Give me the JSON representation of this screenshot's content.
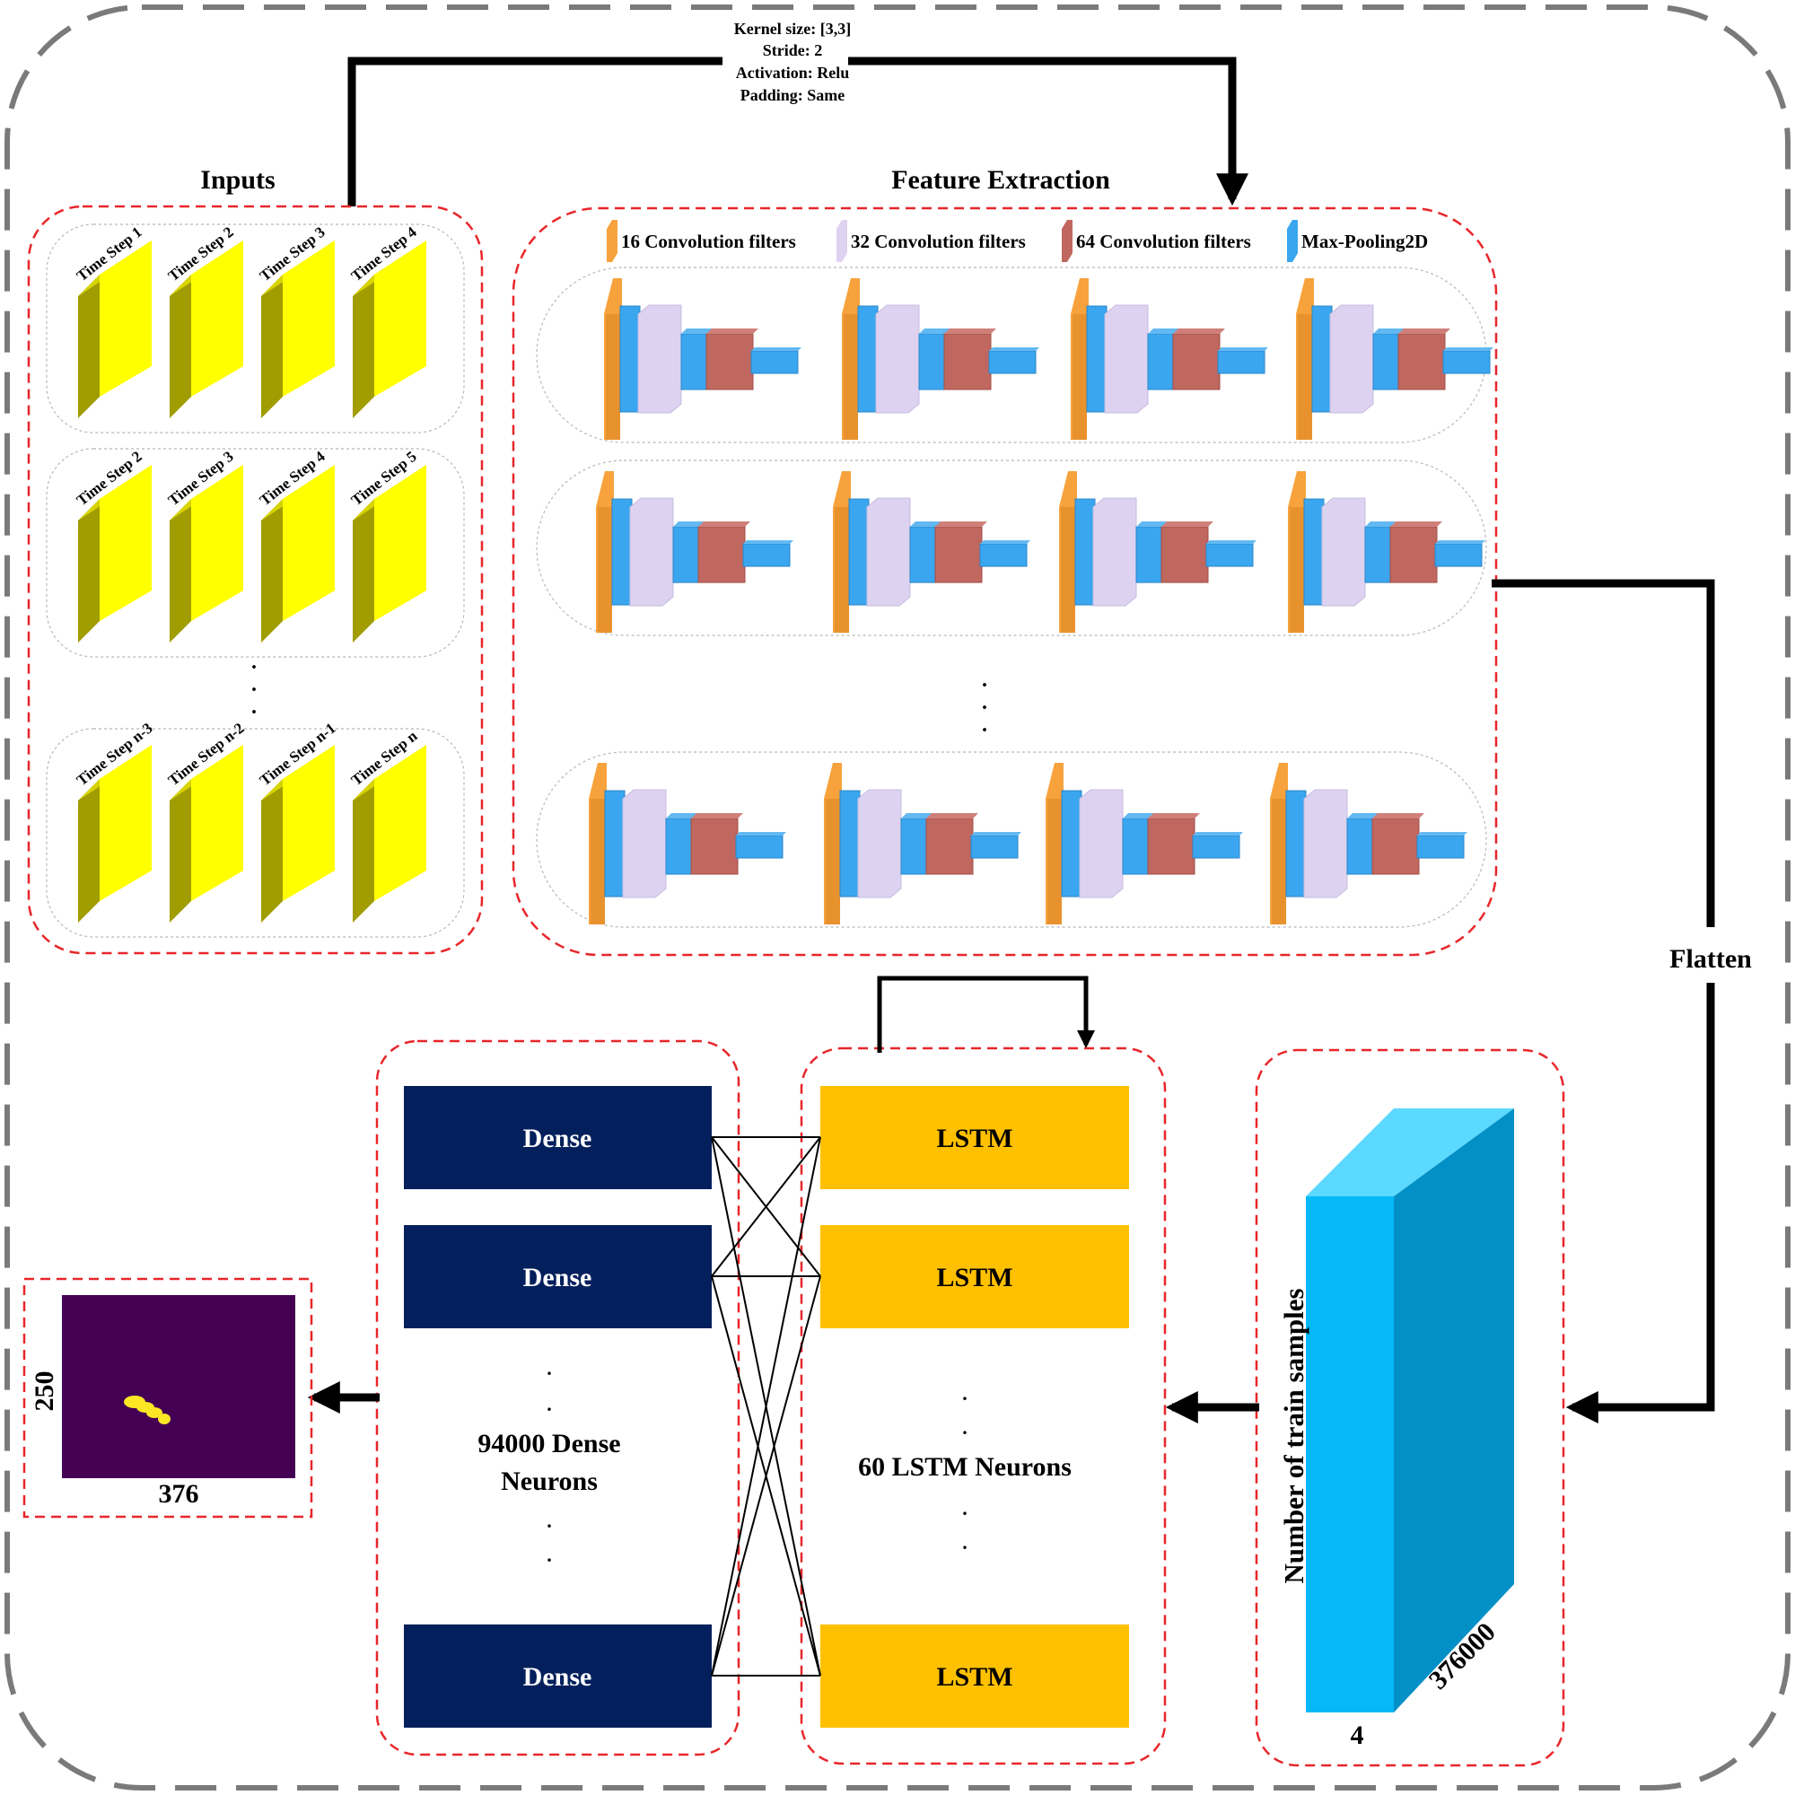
{
  "colors": {
    "frame": "#7a7a7a",
    "red_dash": "#e8262a",
    "yellow_face": "#ffff00",
    "yellow_side": "#a19c00",
    "yellow_top": "#d8d400",
    "conv16": "#f7a23c",
    "conv32": "#ddd2f0",
    "conv64": "#c0675f",
    "maxpool": "#3aa6ef",
    "dense": "#031f5c",
    "lstm": "#ffc000",
    "cube_front": "#06b9f6",
    "cube_side": "#0390c6",
    "cube_top": "#5bd9ff",
    "output_bg": "#440154",
    "output_blob": "#fde725"
  },
  "conv_params": {
    "kernel": "Kernel size: [3,3]",
    "stride": "Stride: 2",
    "activation": "Activation: Relu",
    "padding": "Padding: Same"
  },
  "inputs": {
    "title": "Inputs",
    "rows": [
      [
        "Time Step 1",
        "Time Step 2",
        "Time Step 3",
        "Time Step 4"
      ],
      [
        "Time Step 2",
        "Time Step 3",
        "Time Step 4",
        "Time Step 5"
      ],
      [
        "Time Step n-3",
        "Time Step n-2",
        "Time Step n-1",
        "Time Step n"
      ]
    ]
  },
  "feature_extraction": {
    "title": "Feature Extraction",
    "legend": [
      {
        "label": "16 Convolution filters",
        "color": "conv16"
      },
      {
        "label": "32 Convolution filters",
        "color": "conv32"
      },
      {
        "label": "64 Convolution filters",
        "color": "conv64"
      },
      {
        "label": "Max-Pooling2D",
        "color": "maxpool"
      }
    ]
  },
  "flatten_label": "Flatten",
  "train_block": {
    "side_label": "Number of train samples",
    "depth_label": "376000",
    "width_label": "4"
  },
  "lstm": {
    "units": [
      "LSTM",
      "LSTM",
      "LSTM"
    ],
    "caption": "60 LSTM Neurons"
  },
  "dense": {
    "units": [
      "Dense",
      "Dense",
      "Dense"
    ],
    "caption_line1": "94000 Dense",
    "caption_line2": "Neurons"
  },
  "output": {
    "height_label": "250",
    "width_label": "376"
  }
}
